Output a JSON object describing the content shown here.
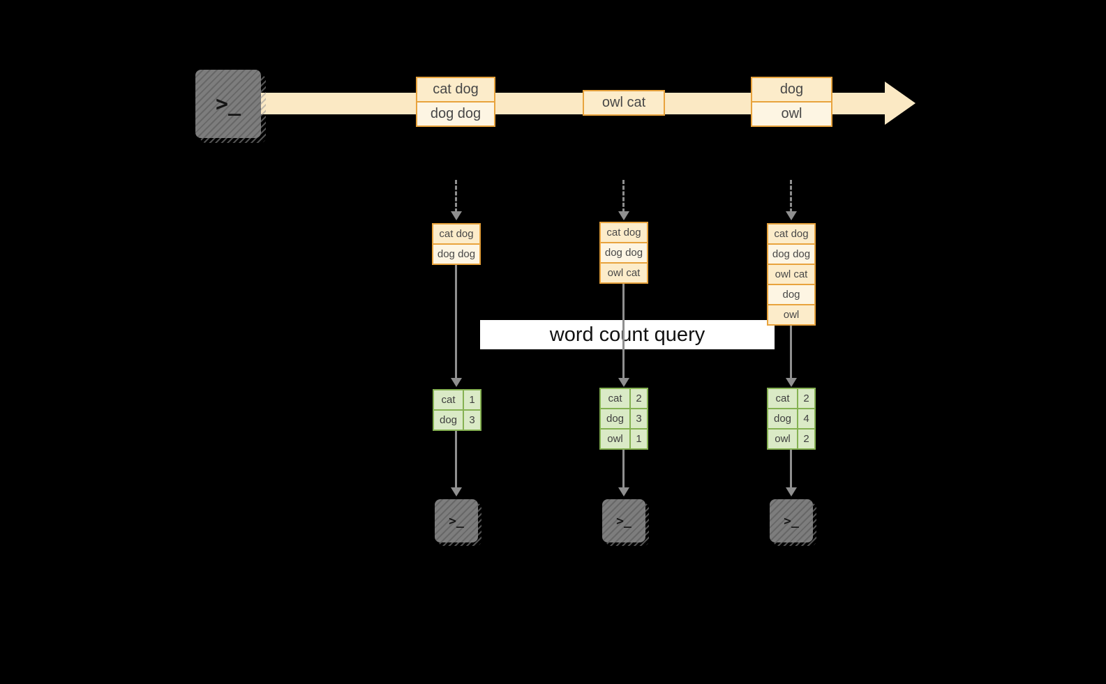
{
  "query_label": "word count query",
  "source_terminal": {
    "prompt": ">_"
  },
  "stream": {
    "messages": [
      {
        "rows": [
          "cat dog",
          "dog dog"
        ]
      },
      {
        "rows": [
          "owl cat"
        ]
      },
      {
        "rows": [
          "dog",
          "owl"
        ]
      }
    ]
  },
  "windows": [
    {
      "buffer": [
        "cat dog",
        "dog dog"
      ],
      "counts": [
        {
          "word": "cat",
          "count": "1"
        },
        {
          "word": "dog",
          "count": "3"
        }
      ]
    },
    {
      "buffer": [
        "cat dog",
        "dog dog",
        "owl cat"
      ],
      "counts": [
        {
          "word": "cat",
          "count": "2"
        },
        {
          "word": "dog",
          "count": "3"
        },
        {
          "word": "owl",
          "count": "1"
        }
      ]
    },
    {
      "buffer": [
        "cat dog",
        "dog dog",
        "owl cat",
        "dog",
        "owl"
      ],
      "counts": [
        {
          "word": "cat",
          "count": "2"
        },
        {
          "word": "dog",
          "count": "4"
        },
        {
          "word": "owl",
          "count": "2"
        }
      ]
    }
  ],
  "sink_terminals": [
    {
      "prompt": ">_"
    },
    {
      "prompt": ">_"
    },
    {
      "prompt": ">_"
    }
  ],
  "colors": {
    "bg": "#000000",
    "band": "#fbe9c4",
    "orange": "#e8a33d",
    "cream-a": "#fcecca",
    "cream-b": "#fdf5e3",
    "green": "#85b152",
    "green-fill": "#daeac6",
    "arrow": "#8f8f8f",
    "terminal": "#7d7d7d",
    "banner-bg": "#ffffff"
  }
}
